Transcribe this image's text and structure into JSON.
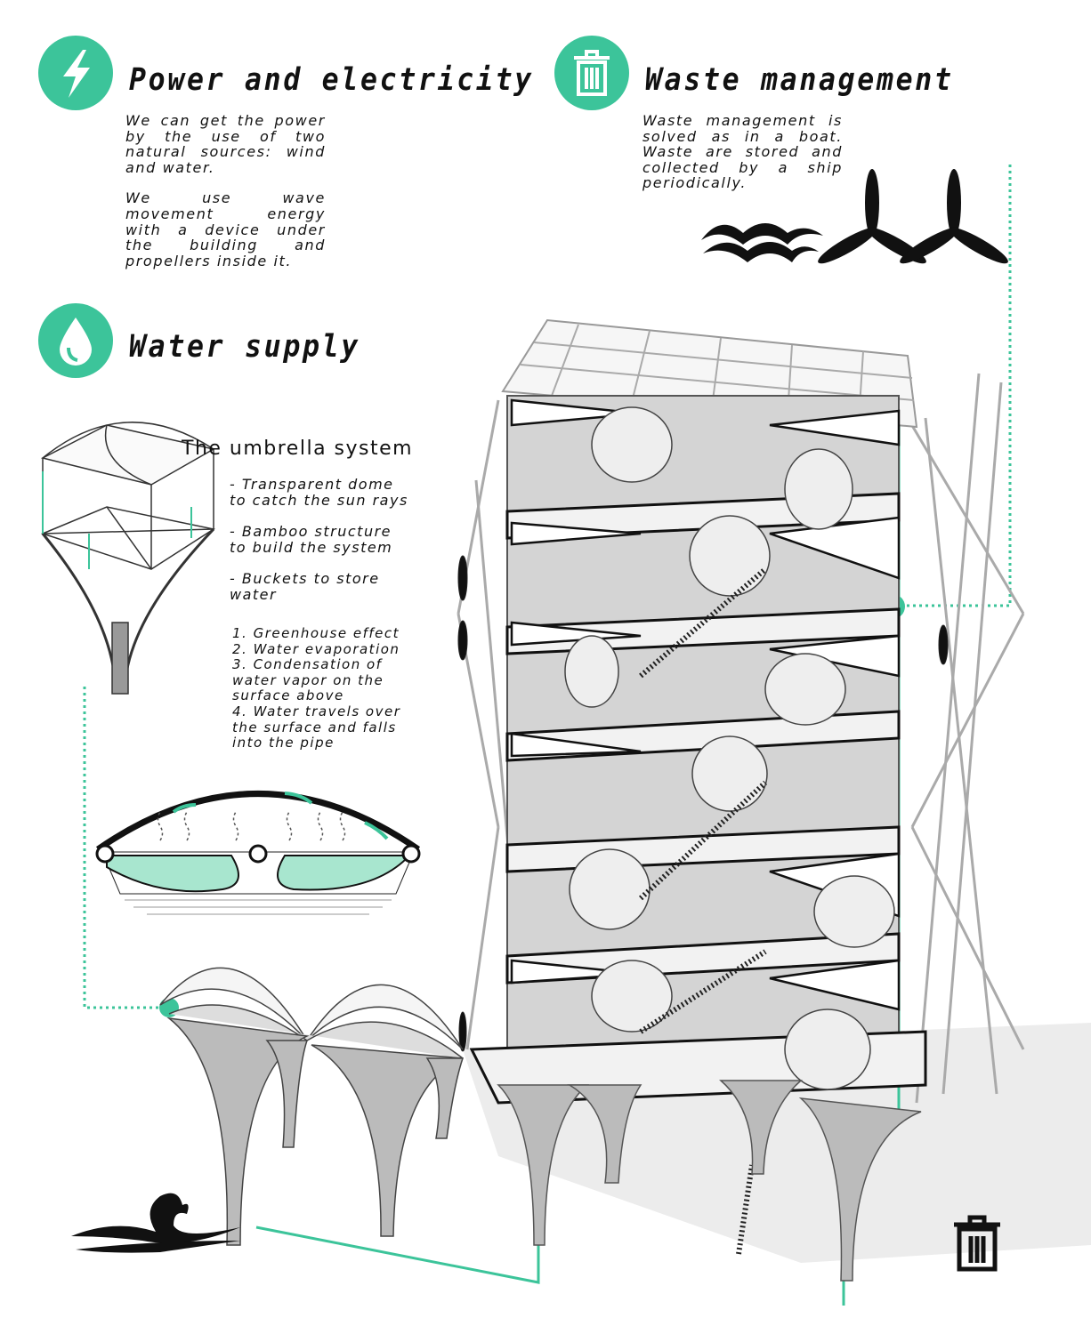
{
  "colors": {
    "accent": "#3cc49a",
    "ink": "#111111",
    "structure": "#9a9a9a"
  },
  "power": {
    "icon": "lightning-bolt-icon",
    "title": "Power and electricity",
    "paragraph1": [
      "We can get the power",
      "by the use of two",
      "natural sources: wind",
      "and water."
    ],
    "paragraph2": [
      "We use wave",
      "movement energy",
      "with a device under",
      "the building and",
      "propellers inside it."
    ]
  },
  "waste": {
    "icon": "trash-can-icon",
    "title": "Waste management",
    "paragraph": [
      "Waste management is",
      "solved as in a boat.",
      "Waste are stored and",
      "collected by a ship",
      "periodically."
    ],
    "symbols": [
      "waves-icon",
      "propeller-icon",
      "propeller-icon"
    ]
  },
  "water": {
    "icon": "water-drop-icon",
    "title": "Water supply",
    "subtitle": "The umbrella system",
    "features": [
      "- Transparent dome",
      "to catch the sun rays",
      "- Bamboo structure",
      "to build the system",
      "- Buckets to store",
      "water"
    ],
    "steps": [
      "1. Greenhouse effect",
      "2. Water evaporation",
      "3. Condensation of",
      "water vapor on the",
      "surface above",
      "4. Water travels over",
      "the surface and falls",
      "into the pipe"
    ]
  }
}
